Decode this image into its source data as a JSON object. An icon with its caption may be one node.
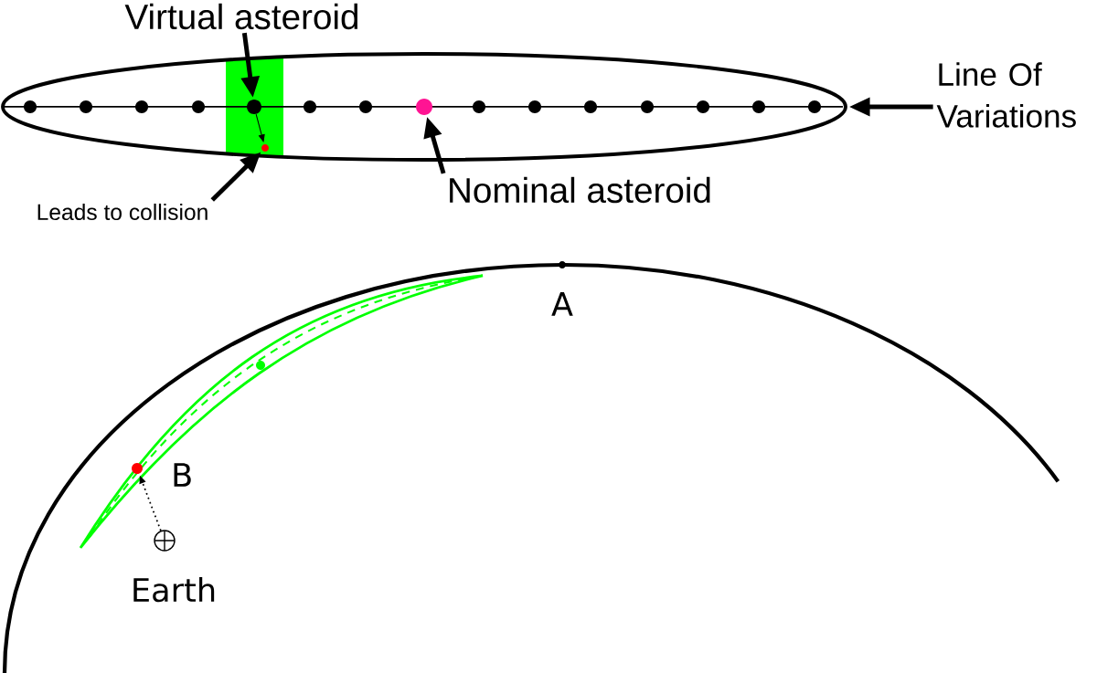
{
  "diagram": {
    "nodes": [
      {
        "text": [],
        "shape": "ellipse"
      },
      {
        "text": [
          "Virtual asteroid"
        ]
      },
      {
        "text": [],
        "shape": "circle",
        "in": 0
      },
      {
        "text": [],
        "shape": "circle",
        "in": 0
      },
      {
        "text": [],
        "shape": "circle",
        "in": 0
      },
      {
        "text": [
          "Leads to collision"
        ]
      },
      {
        "text": [
          "Nominal asteroid"
        ]
      },
      {
        "text": [
          "Line Of Variations"
        ]
      },
      {
        "text": [],
        "shape": "circle",
        "beside": [
          "A"
        ]
      },
      {
        "text": [],
        "shape": "circle",
        "beside": [
          "B"
        ]
      },
      {
        "text": [],
        "shape": "circle",
        "beside": [
          "Earth"
        ]
      }
    ],
    "edges": [
      {
        "from": 1,
        "to": 2,
        "arrow": "to"
      },
      {
        "from": 2,
        "to": 3,
        "arrow": "to"
      },
      {
        "from": 5,
        "to": 3,
        "arrow": "to"
      },
      {
        "from": 6,
        "to": 4,
        "arrow": "to"
      },
      {
        "from": 7,
        "to": 0,
        "arrow": "to"
      },
      {
        "from": 10,
        "to": 9,
        "arrow": "to",
        "style": "dashed"
      }
    ]
  }
}
